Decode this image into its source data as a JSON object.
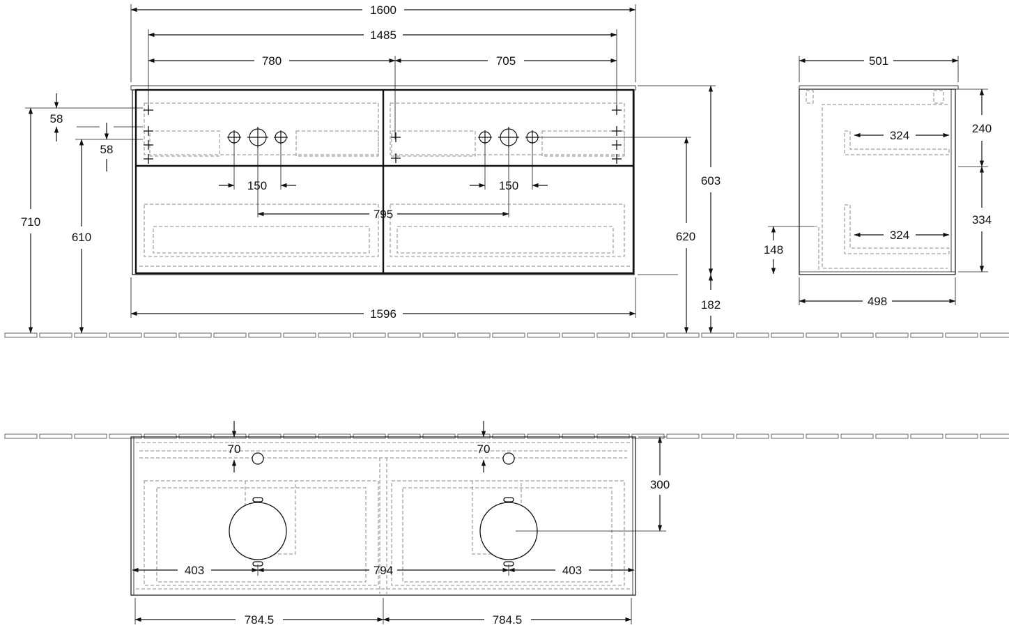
{
  "front_view": {
    "overall_width": "1600",
    "top_span": "1485",
    "left_section": "780",
    "right_section": "705",
    "offset_top": "58",
    "offset_second": "58",
    "total_height": "710",
    "counter_height": "610",
    "tap_spacing_left": "150",
    "tap_spacing_right": "150",
    "basin_centres": "795",
    "body_height": "603",
    "drain_height": "620",
    "bottom_clearance": "182",
    "body_width": "1596"
  },
  "side_view": {
    "top_depth": "501",
    "upper_drawer": "240",
    "lower_drawer": "334",
    "inner_upper": "324",
    "inner_lower": "324",
    "siphon_height": "148",
    "bottom_depth": "498"
  },
  "plan_view": {
    "tap_offset_left": "70",
    "tap_offset_right": "70",
    "basin_depth": "300",
    "left_offset": "403",
    "centre_distance": "794",
    "right_offset": "403",
    "half_left": "784.5",
    "half_right": "784.5"
  }
}
